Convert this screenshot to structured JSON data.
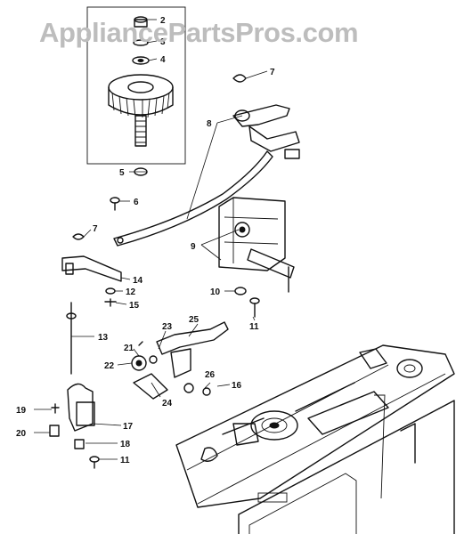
{
  "watermark": {
    "text": "AppliancePartsPros.com"
  },
  "callouts": [
    {
      "id": "c2a",
      "text": "2"
    },
    {
      "id": "c3",
      "text": "3"
    },
    {
      "id": "c4",
      "text": "4"
    },
    {
      "id": "c5",
      "text": "5"
    },
    {
      "id": "c6",
      "text": "6"
    },
    {
      "id": "c7a",
      "text": "7"
    },
    {
      "id": "c7b",
      "text": "7"
    },
    {
      "id": "c8",
      "text": "8"
    },
    {
      "id": "c9",
      "text": "9"
    },
    {
      "id": "c10",
      "text": "10"
    },
    {
      "id": "c11a",
      "text": "11"
    },
    {
      "id": "c11b",
      "text": "11"
    },
    {
      "id": "c12",
      "text": "12"
    },
    {
      "id": "c13",
      "text": "13"
    },
    {
      "id": "c14",
      "text": "14"
    },
    {
      "id": "c15",
      "text": "15"
    },
    {
      "id": "c16",
      "text": "16"
    },
    {
      "id": "c17",
      "text": "17"
    },
    {
      "id": "c18",
      "text": "18"
    },
    {
      "id": "c19",
      "text": "19"
    },
    {
      "id": "c20",
      "text": "20"
    },
    {
      "id": "c21",
      "text": "21"
    },
    {
      "id": "c22",
      "text": "22"
    },
    {
      "id": "c23",
      "text": "23"
    },
    {
      "id": "c24",
      "text": "24"
    },
    {
      "id": "c25",
      "text": "25"
    },
    {
      "id": "c26",
      "text": "26"
    }
  ],
  "colors": {
    "ink": "#111111",
    "watermark": "#bdbdbd",
    "background": "#ffffff"
  }
}
